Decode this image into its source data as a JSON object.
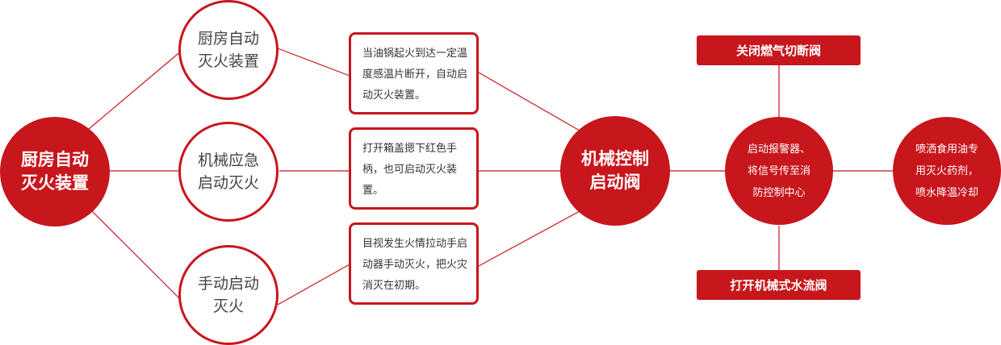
{
  "colors": {
    "accent": "#c8161d",
    "line": "#c8161d",
    "ring_text": "#444444",
    "box_text": "#333333"
  },
  "nodes": {
    "main": "厨房自动灭火装置",
    "auto": "厨房自动灭火装置",
    "mech": "机械应急启动灭火",
    "manual": "手动启动灭火",
    "desc_auto": "当油锅起火到达一定温度感温片断开，自动启动灭火装置。",
    "desc_mech": "打开箱盖摁下红色手柄，也可启动灭火装置。",
    "desc_manual": "目视发生火情拉动手启动器手动灭火，把火灾消灭在初期。",
    "valve": "机械控制启动阀",
    "alarm": "启动报警器、将信号传至消防控制中心",
    "spray": "喷洒食用油专用灭火药剂，喷水降温冷却",
    "gas_cut": "关闭燃气切断阀",
    "water_valve": "打开机械式水流阀"
  }
}
